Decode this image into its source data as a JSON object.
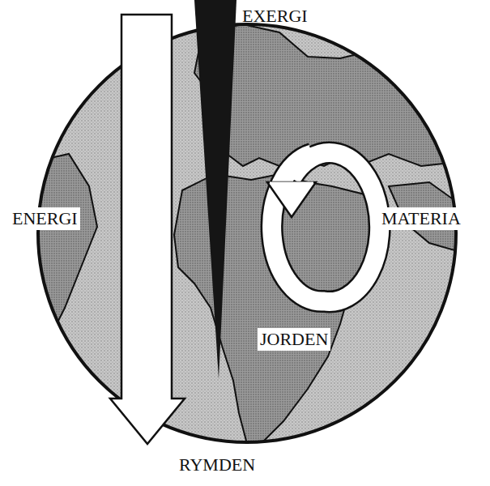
{
  "diagram": {
    "labels": [
      "EXERGI",
      "ENERGI",
      "MATERIA",
      "JORDEN",
      "RYMDEN"
    ]
  }
}
